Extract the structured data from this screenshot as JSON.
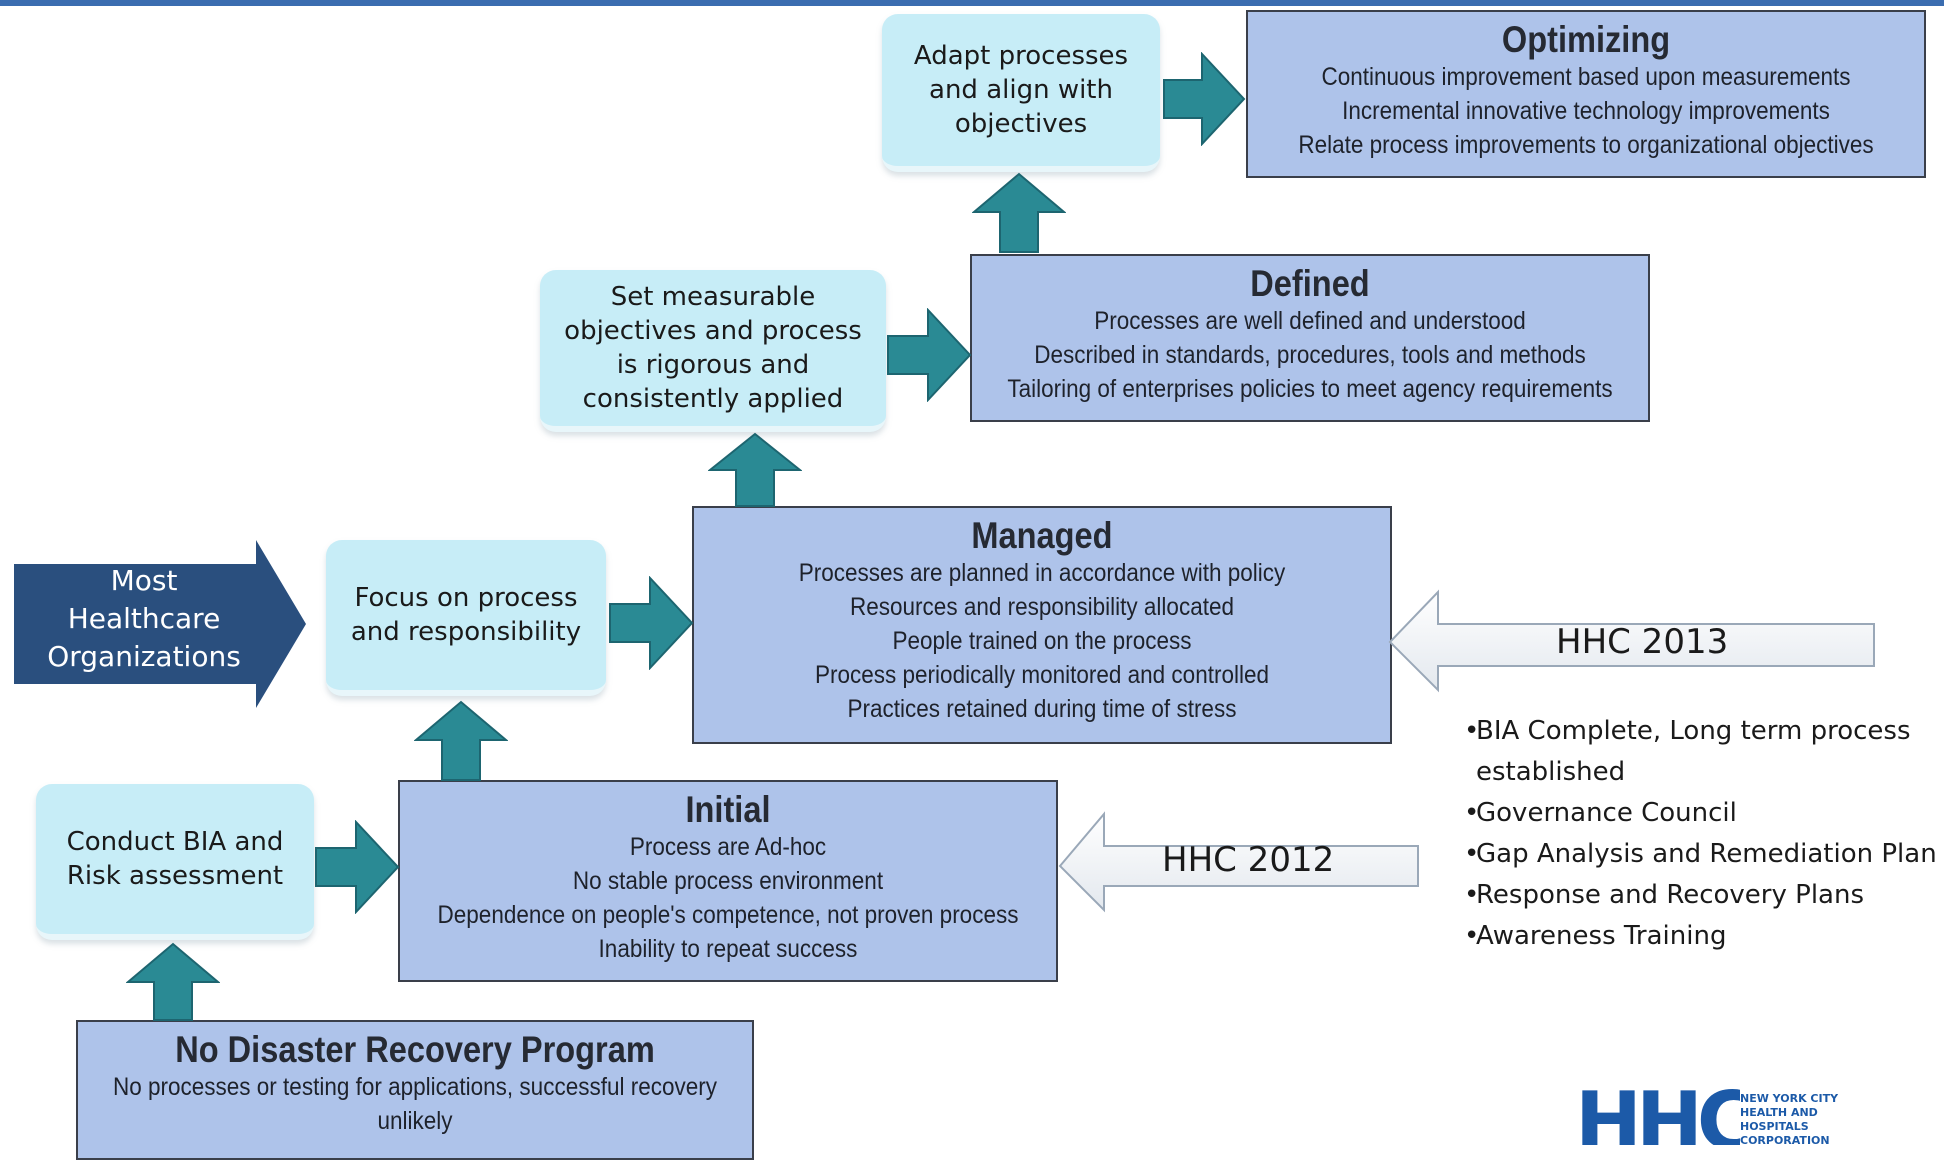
{
  "most_healthcare": "Most\nHealthcare\nOrganizations",
  "actions": {
    "adapt": "Adapt processes\nand align with\nobjectives",
    "set": "Set measurable\nobjectives and process\nis rigorous and\nconsistently applied",
    "focus": "Focus on process\nand responsibility",
    "conduct": "Conduct BIA and\nRisk assessment"
  },
  "levels": {
    "optimizing": {
      "title": "Optimizing",
      "lines": [
        "Continuous improvement based upon measurements",
        "Incremental innovative technology improvements",
        "Relate process improvements to organizational objectives"
      ]
    },
    "defined": {
      "title": "Defined",
      "lines": [
        "Processes are well defined and understood",
        "Described in standards, procedures, tools and methods",
        "Tailoring of enterprises policies to meet agency requirements"
      ]
    },
    "managed": {
      "title": "Managed",
      "lines": [
        "Processes are planned in accordance with policy",
        "Resources and responsibility allocated",
        "People trained on the process",
        "Process periodically monitored and controlled",
        "Practices retained during time of stress"
      ]
    },
    "initial": {
      "title": "Initial",
      "lines": [
        "Process are Ad-hoc",
        "No stable process environment",
        "Dependence on people's competence, not proven process",
        "Inability to repeat success"
      ]
    },
    "no_drp": {
      "title": "No Disaster Recovery Program",
      "lines": [
        "No processes or testing for applications, successful recovery",
        "unlikely"
      ]
    }
  },
  "hhc_2013": "HHC 2013",
  "hhc_2012": "HHC 2012",
  "bullets": [
    "BIA Complete, Long term process established",
    "Governance Council",
    "Gap Analysis and Remediation Plan",
    "Response and Recovery Plans",
    "Awareness Training"
  ],
  "logo": {
    "mark": "HHC",
    "text": "NEW YORK CITY\nHEALTH AND\nHOSPITALS\nCORPORATION"
  },
  "colors": {
    "action_box": "#c7edf7",
    "level_box": "#aec3ea",
    "teal_arrow": "#2a8a94",
    "most_arrow": "#2a4f7e",
    "logo_blue": "#1c5aa8"
  }
}
